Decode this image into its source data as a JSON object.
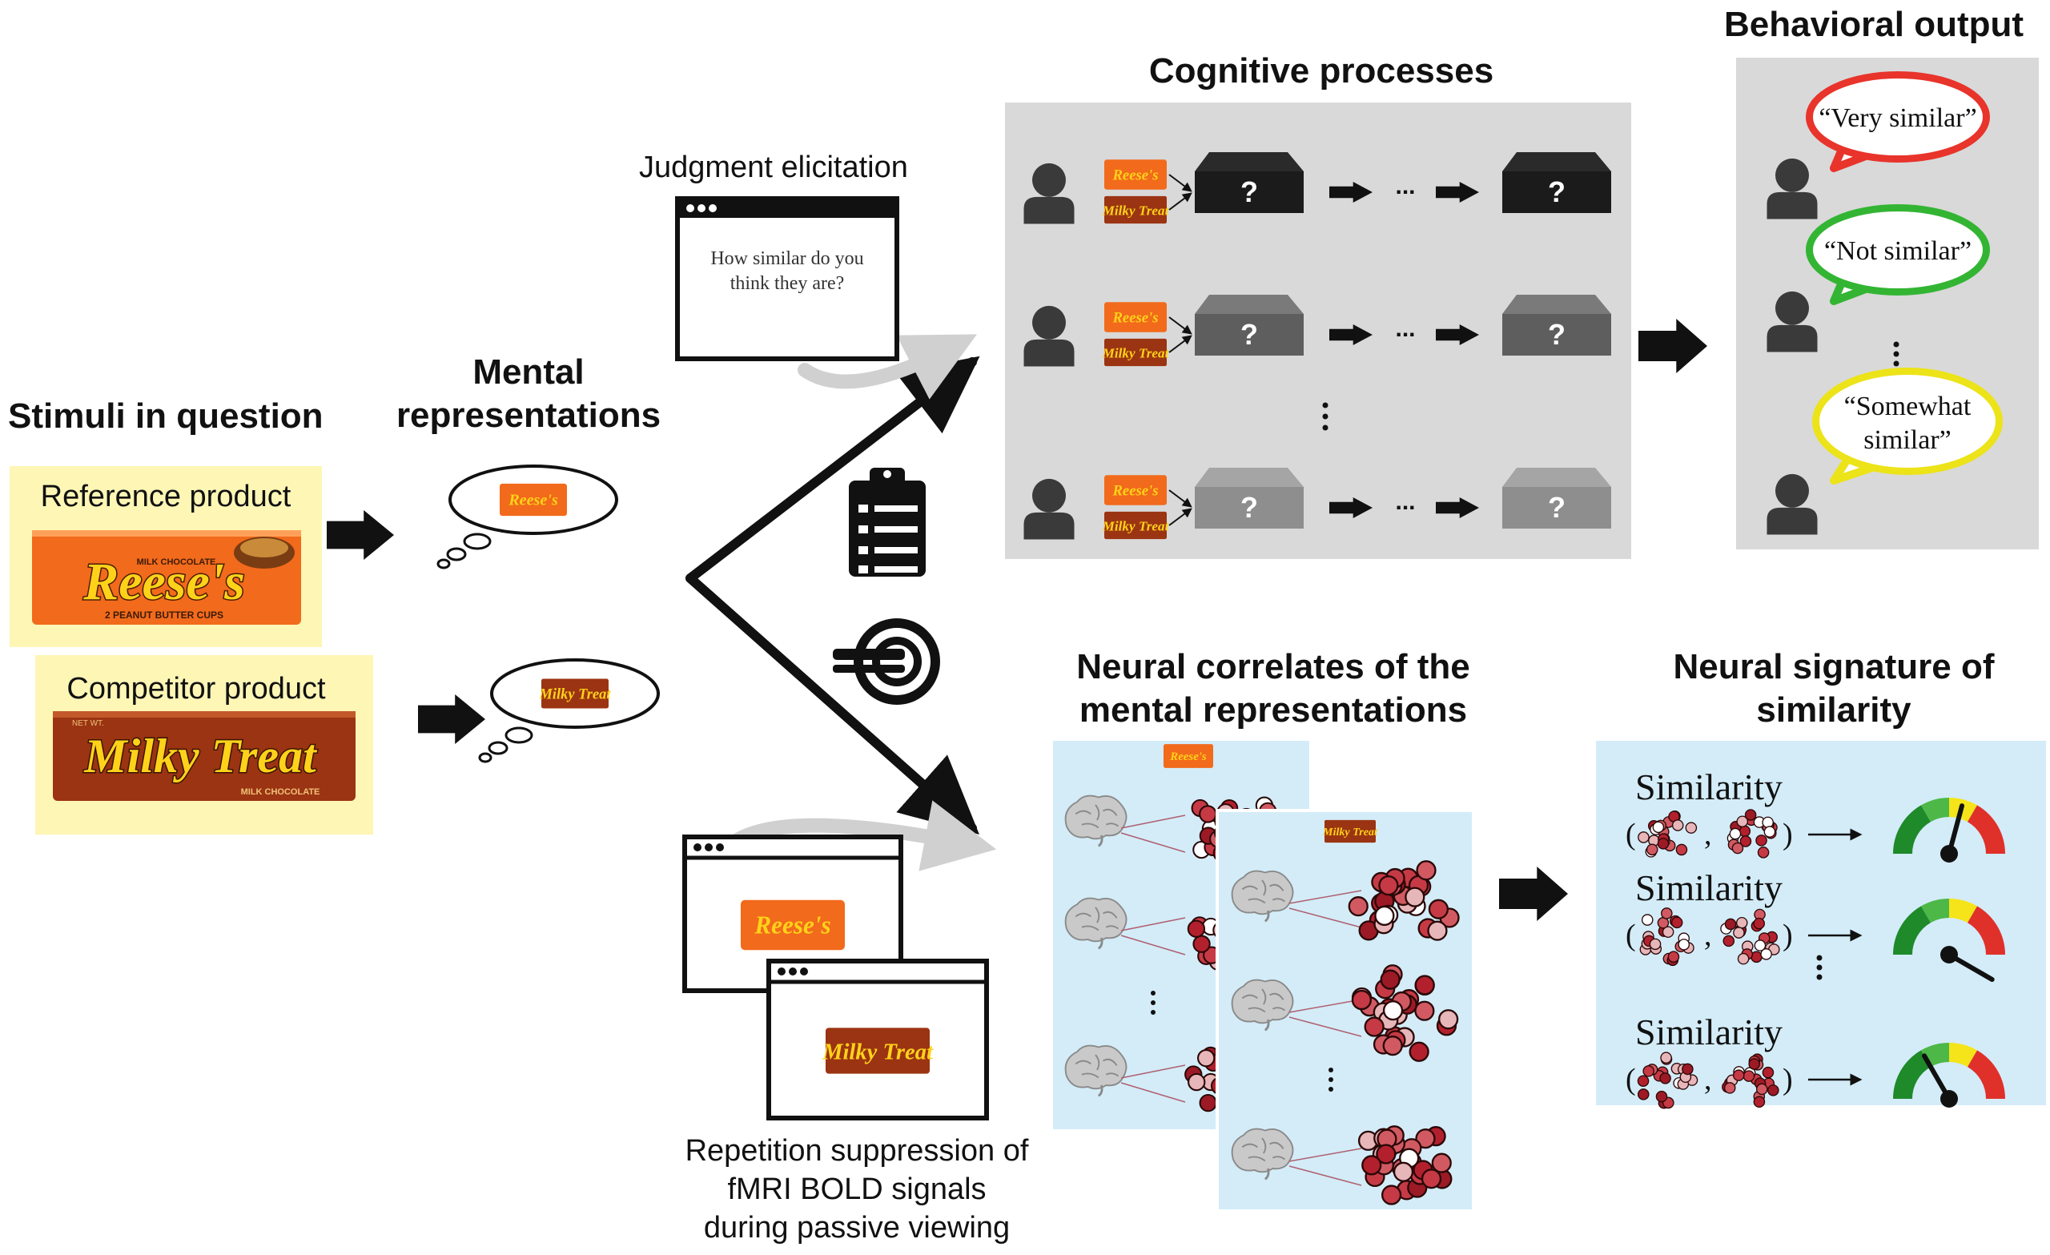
{
  "headings": {
    "stimuli": "Stimuli in question",
    "mental_line1": "Mental",
    "mental_line2": "representations",
    "judgment": "Judgment elicitation",
    "cognitive": "Cognitive processes",
    "behavioral": "Behavioral output",
    "neural_corr_line1": "Neural correlates of the",
    "neural_corr_line2": "mental representations",
    "neural_sig_line1": "Neural signature of",
    "neural_sig_line2": "similarity"
  },
  "stimuli": {
    "reference_label": "Reference product",
    "competitor_label": "Competitor product",
    "reference_brand": "Reese's",
    "reference_top": "MILK CHOCOLATE",
    "reference_bottom": "2 PEANUT BUTTER CUPS",
    "competitor_brand": "Milky Treat",
    "competitor_bottom": "MILK CHOCOLATE",
    "competitor_net": "NET WT."
  },
  "judgment_screen": {
    "question_line1": "How similar do you",
    "question_line2": "think they are?"
  },
  "cognitive": {
    "unknown": "?",
    "ellipsis": "..."
  },
  "behavioral": {
    "r1": "“Very similar”",
    "r2": "“Not similar”",
    "r3_line1": "“Somewhat",
    "r3_line2": "similar”"
  },
  "passive": {
    "line1": "Repetition suppression of",
    "line2": "fMRI BOLD signals",
    "line3": "during passive viewing"
  },
  "neural_signature": {
    "similarity_word": "Similarity",
    "open_paren": "(",
    "comma": ",",
    "close_paren": ")",
    "arrow": "⟶"
  },
  "gauges": [
    {
      "needle_angle": 75
    },
    {
      "needle_angle": -30
    },
    {
      "needle_angle": 120
    }
  ],
  "colors": {
    "panel_gray": "#d9d9d9",
    "panel_blue": "#d3ecf8",
    "highlight_yellow": "#fdf6b5",
    "bubble_red": "#e8342b",
    "bubble_green": "#33b533",
    "bubble_yellow": "#ece319",
    "reese_orange": "#f26a1b",
    "milky_brown": "#9b3412",
    "candy_yellow": "#ffd21a",
    "neuron_red": "#b3202d"
  }
}
